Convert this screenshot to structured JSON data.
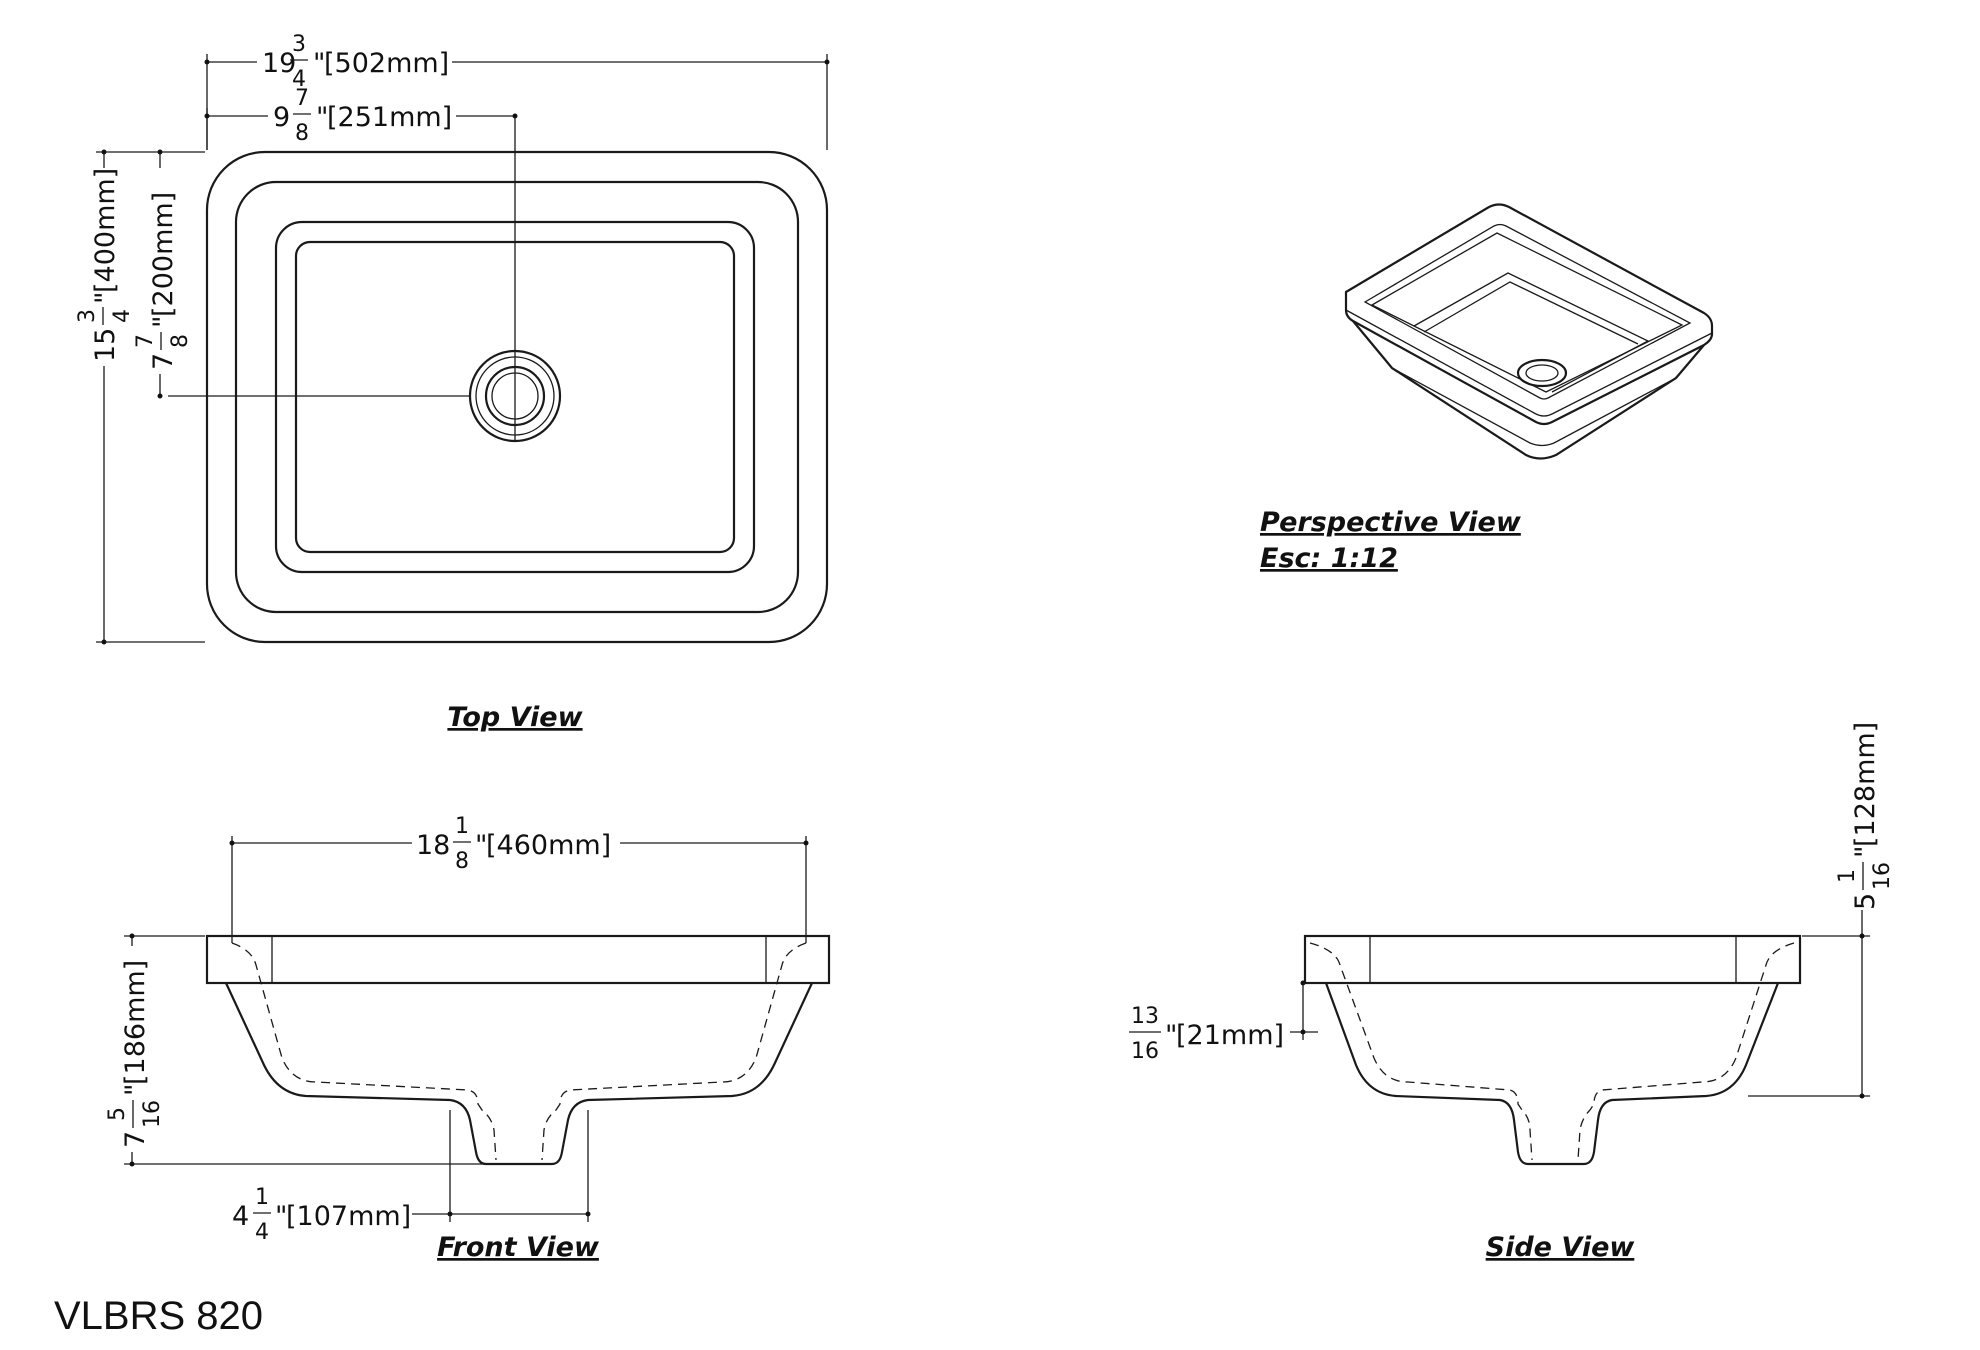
{
  "model": "VLBRS 820",
  "views": {
    "top": "Top View",
    "front": "Front View",
    "side": "Side View",
    "perspective": "Perspective View",
    "scale": "Esc: 1:12"
  },
  "dimensions": {
    "top_width": {
      "whole": "19",
      "num": "3",
      "den": "4",
      "mm": "[502mm]"
    },
    "top_drain_x": {
      "whole": "9",
      "num": "7",
      "den": "8",
      "mm": "[251mm]"
    },
    "top_depth": {
      "whole": "15",
      "num": "3",
      "den": "4",
      "mm": "[400mm]"
    },
    "top_drain_y": {
      "whole": "7",
      "num": "7",
      "den": "8",
      "mm": "[200mm]"
    },
    "front_width": {
      "whole": "18",
      "num": "1",
      "den": "8",
      "mm": "[460mm]"
    },
    "front_height": {
      "whole": "7",
      "num": "5",
      "den": "16",
      "mm": "[186mm]"
    },
    "front_drain": {
      "whole": "4",
      "num": "1",
      "den": "4",
      "mm": "[107mm]"
    },
    "side_rim": {
      "num": "13",
      "den": "16",
      "mm": "[21mm]"
    },
    "side_height": {
      "whole": "5",
      "num": "1",
      "den": "16",
      "mm": "[128mm]"
    }
  }
}
